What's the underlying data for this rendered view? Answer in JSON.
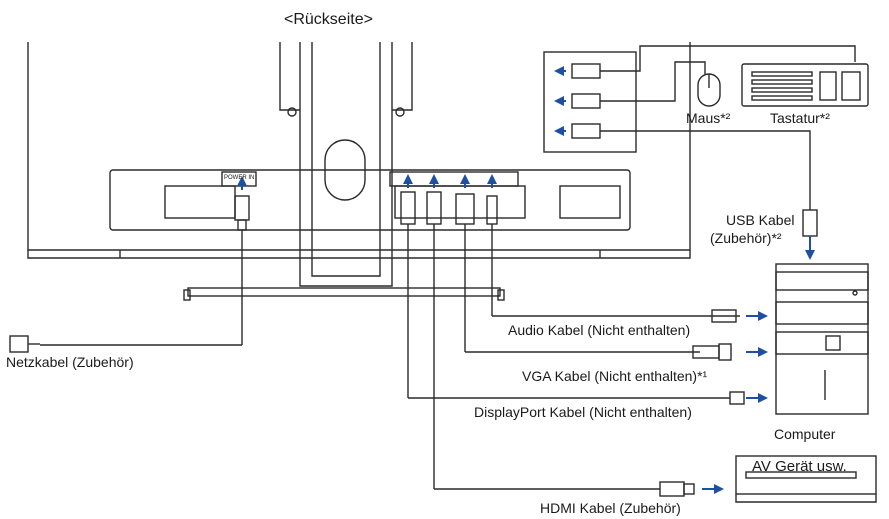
{
  "title": "<Rückseite>",
  "labels": {
    "mouse": "Maus*²",
    "keyboard": "Tastatur*²",
    "usb_cable": "USB Kabel",
    "usb_cable_note": "(Zubehör)*²",
    "audio_cable": "Audio Kabel (Nicht enthalten)",
    "power_cable": "Netzkabel (Zubehör)",
    "vga_cable": "VGA Kabel (Nicht enthalten)*¹",
    "displayport_cable": "DisplayPort Kabel (Nicht enthalten)",
    "computer": "Computer",
    "av_device": "AV Gerät usw.",
    "hdmi_cable": "HDMI Kabel (Zubehör)",
    "power_port": "POWER IN"
  },
  "colors": {
    "line": "#2a2a2a",
    "arrow": "#1f4fa0",
    "panel": "#ffffff"
  }
}
